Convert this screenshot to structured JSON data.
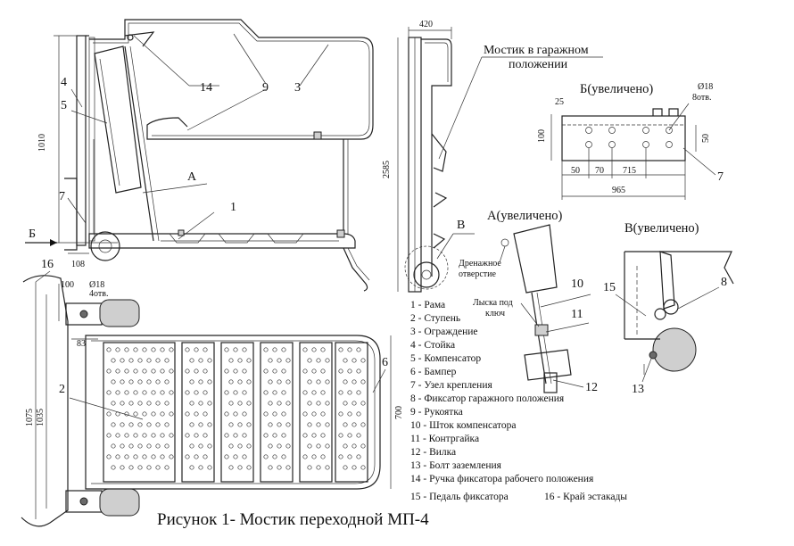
{
  "caption": "Рисунок 1- Мостик переходной МП-4",
  "garage_label": {
    "line1": "Мостик в гаражном",
    "line2": "положении"
  },
  "views": {
    "b_view": "Б(увеличено)",
    "a_view": "А(увеличено)",
    "v_view": "В(увеличено)",
    "section_b_marker": "Б",
    "detail_a_marker": "A",
    "detail_v_marker": "В"
  },
  "callouts": {
    "drain_hole": {
      "line1": "Дренажное",
      "line2": "отверстие"
    },
    "key_flats": {
      "line1": "Лыска под",
      "line2": "ключ"
    }
  },
  "dimensions": {
    "d420": "420",
    "d2585": "2585",
    "d1010": "1010",
    "d108": "108",
    "d100_top": "100",
    "d18_top": "Ø18",
    "d4holes": "4отв.",
    "d83": "83",
    "d1075": "1075",
    "d1035": "1035",
    "d700": "700",
    "d25": "25",
    "d100_b": "100",
    "d50_right": "50",
    "d18_b": "Ø18",
    "d8holes": "8отв.",
    "d50": "50",
    "d70": "70",
    "d715": "715",
    "d965": "965"
  },
  "part_numbers": {
    "p1": "1",
    "p2": "2",
    "p3": "3",
    "p4": "4",
    "p5": "5",
    "p6": "6",
    "p7_left": "7",
    "p7_b": "7",
    "p8": "8",
    "p9": "9",
    "p10": "10",
    "p11": "11",
    "p12": "12",
    "p13": "13",
    "p14": "14",
    "p15": "15",
    "p16": "16"
  },
  "legend": [
    "1 - Рама",
    "2 - Ступень",
    "3 - Ограждение",
    "4 - Стойка",
    "5 - Компенсатор",
    "6 - Бампер",
    "7 - Узел крепления",
    "8 - Фиксатор гаражного положения",
    "9 - Рукоятка",
    "10 - Шток компенсатора",
    "11 - Контргайка",
    "12 - Вилка",
    "13 - Болт заземления",
    "14 - Ручка фиксатора рабочего положения",
    "15 - Педаль фиксатора",
    "16 - Край эстакады"
  ]
}
